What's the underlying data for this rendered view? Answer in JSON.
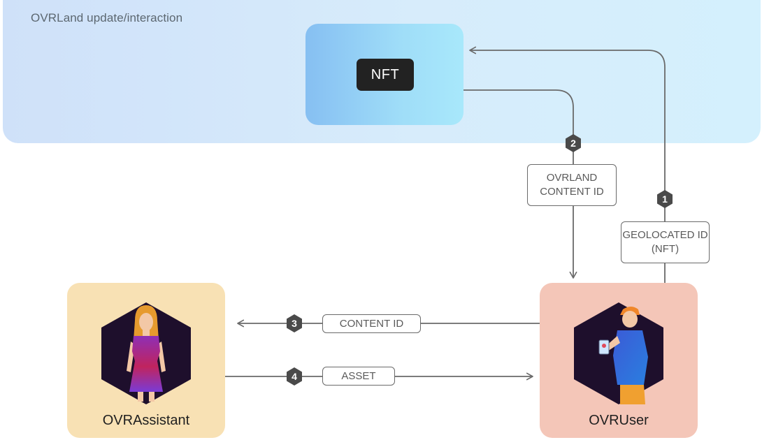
{
  "region": {
    "title": "OVRLand update/interaction"
  },
  "nft": {
    "label": "NFT"
  },
  "nodes": {
    "assistant": {
      "label": "OVRAssistant"
    },
    "user": {
      "label": "OVRUser"
    }
  },
  "edges": [
    {
      "step": "1",
      "label": "GEOLOCATED ID (NFT)"
    },
    {
      "step": "2",
      "label": "OVRLAND CONTENT ID"
    },
    {
      "step": "3",
      "label": "CONTENT ID"
    },
    {
      "step": "4",
      "label": "ASSET"
    }
  ],
  "colors": {
    "region": "#d4e9fb",
    "nft_box": "#9fd8f8",
    "nft_chip": "#222222",
    "assistant_card": "#f8e1b4",
    "user_card": "#f4c6b8",
    "hexagon": "#1e0f2c",
    "badge": "#4a4a4a",
    "arrow": "#6a6a6a"
  }
}
